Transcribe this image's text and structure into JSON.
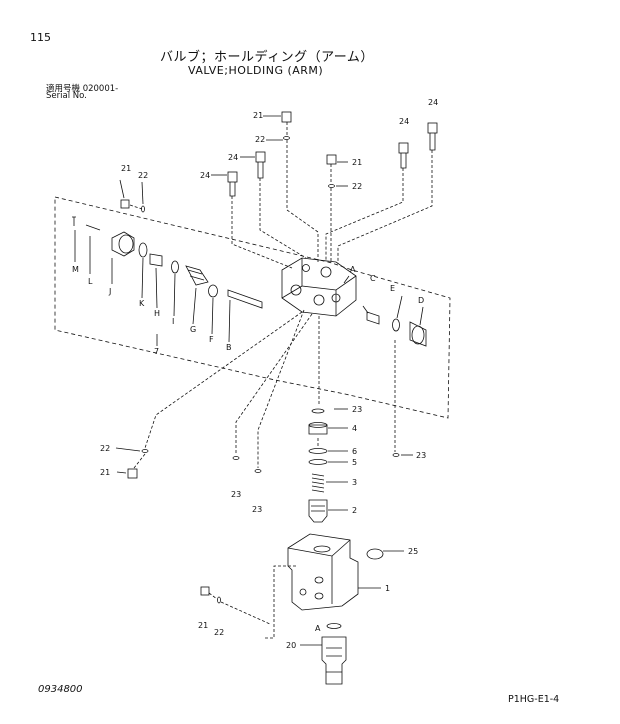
{
  "page_number": "115",
  "title_jp": "バルブ；ホールディング（アーム）",
  "title_en": "VALVE;HOLDING (ARM)",
  "serial_label_jp": "適用号機 020001-",
  "serial_label_en": "Serial No.",
  "footer_left": "0934800",
  "footer_right": "P1HG-E1-4",
  "callouts": {
    "c21_top": "21",
    "c22_top": "22",
    "c24_a": "24",
    "c24_b": "24",
    "c24_c": "24",
    "c24_d": "24",
    "c21_right": "21",
    "c22_right": "22",
    "c21_left": "21",
    "c22_left": "22",
    "A": "A",
    "C": "C",
    "E": "E",
    "D": "D",
    "M": "M",
    "L": "L",
    "J": "J",
    "K": "K",
    "H": "H",
    "I": "I",
    "G": "G",
    "F": "F",
    "B": "B",
    "c7": "7",
    "c23_a": "23",
    "c4": "4",
    "c6": "6",
    "c5": "5",
    "c23_b": "23",
    "c3": "3",
    "c2": "2",
    "c22_low": "22",
    "c21_low": "21",
    "c23_c": "23",
    "c23_d": "23",
    "c25": "25",
    "c1": "1",
    "c21_bottom": "21",
    "c22_bottom": "22",
    "c20": "20",
    "A_bottom": "A"
  }
}
